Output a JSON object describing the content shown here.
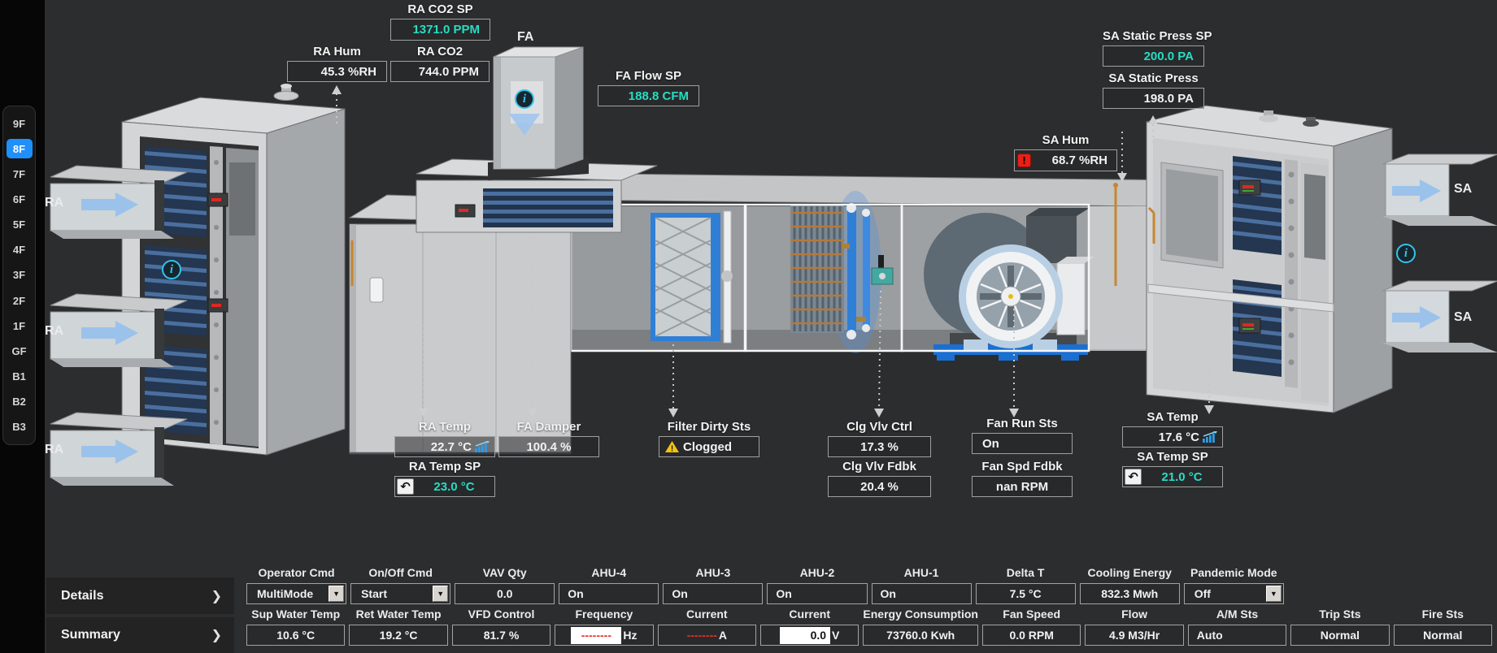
{
  "sidebar": {
    "active_floor": "8F",
    "floors": [
      "9F",
      "8F",
      "7F",
      "6F",
      "5F",
      "4F",
      "3F",
      "2F",
      "1F",
      "GF",
      "B1",
      "B2",
      "B3"
    ]
  },
  "icons": {
    "info": "i",
    "warning": "!",
    "alarm": "!",
    "dropdown_arrow": "▼",
    "undo": "↶",
    "chevron": "❯"
  },
  "colors": {
    "setpoint_text": "#27ddc3",
    "active_floor_blue": "#1f8ffb",
    "alarm_red": "#e82016",
    "warn_yellow": "#f3c40e",
    "info_cyan": "#35c3ea"
  },
  "diagram": {
    "duct_labels": [
      "RA",
      "RA",
      "RA",
      "SA",
      "SA"
    ],
    "fa_label": "FA",
    "annotations": {
      "ra_co2_sp": {
        "label": "RA CO2 SP",
        "value": "1371.0 PPM"
      },
      "ra_hum": {
        "label": "RA Hum",
        "value": "45.3 %RH"
      },
      "ra_co2": {
        "label": "RA CO2",
        "value": "744.0 PPM"
      },
      "fa_flow_sp": {
        "label": "FA Flow SP",
        "value": "188.8 CFM"
      },
      "sa_static_press_sp": {
        "label": "SA Static Press SP",
        "value": "200.0 PA"
      },
      "sa_static_press": {
        "label": "SA Static Press",
        "value": "198.0 PA"
      },
      "sa_hum": {
        "label": "SA Hum",
        "value": "68.7 %RH"
      },
      "ra_temp": {
        "label": "RA Temp",
        "value": "22.7 °C"
      },
      "ra_temp_sp": {
        "label": "RA Temp SP",
        "value": "23.0 °C"
      },
      "fa_damper": {
        "label": "FA Damper",
        "value": "100.4 %"
      },
      "filter_dirty_sts": {
        "label": "Filter Dirty Sts",
        "value": "Clogged"
      },
      "clg_vlv_ctrl": {
        "label": "Clg Vlv Ctrl",
        "value": "17.3 %"
      },
      "clg_vlv_fdbk": {
        "label": "Clg Vlv Fdbk",
        "value": "20.4 %"
      },
      "fan_run_sts": {
        "label": "Fan Run Sts",
        "value": "On"
      },
      "fan_spd_fdbk": {
        "label": "Fan Spd Fdbk",
        "value": "nan RPM"
      },
      "sa_temp": {
        "label": "SA Temp",
        "value": "17.6 °C"
      },
      "sa_temp_sp": {
        "label": "SA Temp SP",
        "value": "21.0 °C"
      }
    }
  },
  "panel": {
    "details": "Details",
    "summary": "Summary"
  },
  "table": {
    "row1": [
      {
        "label": "Operator Cmd",
        "value": "MultiMode"
      },
      {
        "label": "On/Off Cmd",
        "value": "Start"
      },
      {
        "label": "VAV Qty",
        "value": "0.0"
      },
      {
        "label": "AHU-4",
        "value": "On"
      },
      {
        "label": "AHU-3",
        "value": "On"
      },
      {
        "label": "AHU-2",
        "value": "On"
      },
      {
        "label": "AHU-1",
        "value": "On"
      },
      {
        "label": "Delta T",
        "value": "7.5 °C"
      },
      {
        "label": "Cooling Energy",
        "value": "832.3 Mwh"
      },
      {
        "label": "Pandemic Mode",
        "value": "Off"
      }
    ],
    "row2": [
      {
        "label": "Sup Water Temp",
        "value": "10.6 °C"
      },
      {
        "label": "Ret Water Temp",
        "value": "19.2 °C"
      },
      {
        "label": "VFD Control",
        "value": "81.7 %"
      },
      {
        "label": "Frequency",
        "value": "--------",
        "unit": "Hz"
      },
      {
        "label": "Current",
        "value": "--------",
        "unit": "A"
      },
      {
        "label": "Current",
        "value": "0.0",
        "unit": "V"
      },
      {
        "label": "Energy Consumption",
        "value": "73760.0 Kwh"
      },
      {
        "label": "Fan Speed",
        "value": "0.0 RPM"
      },
      {
        "label": "Flow",
        "value": "4.9 M3/Hr"
      },
      {
        "label": "A/M Sts",
        "value": "Auto"
      },
      {
        "label": "Trip Sts",
        "value": "Normal"
      },
      {
        "label": "Fire Sts",
        "value": "Normal"
      }
    ]
  }
}
